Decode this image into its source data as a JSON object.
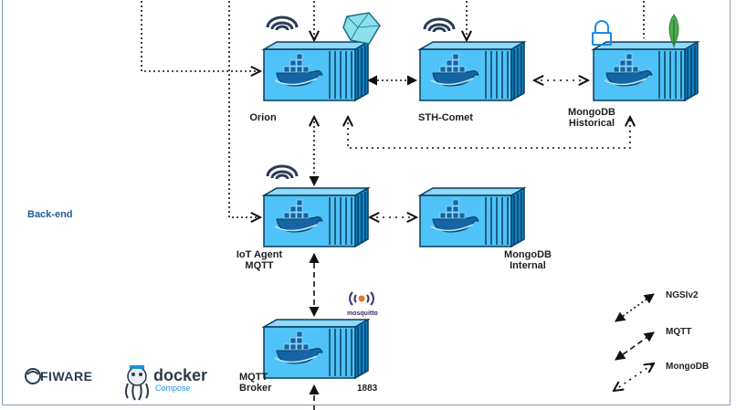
{
  "section": {
    "label": "Back-end"
  },
  "nodes": {
    "orion": {
      "label": "Orion"
    },
    "sth_comet": {
      "label": "STH-Comet"
    },
    "mongodb_historical": {
      "line1": "MongoDB",
      "line2": "Historical"
    },
    "iot_agent": {
      "line1": "IoT Agent",
      "line2": "MQTT"
    },
    "mongodb_internal": {
      "line1": "MongoDB",
      "line2": "Internal"
    },
    "mqtt_broker": {
      "line1": "MQTT",
      "line2": "Broker"
    }
  },
  "port": {
    "label": "1883"
  },
  "legend": {
    "ngsi": "NGSIv2",
    "mqtt": "MQTT",
    "mongodb": "MongoDB"
  },
  "logos": {
    "fiware": "FIWARE",
    "docker": "docker",
    "compose": "Compose",
    "mosquitto": "mosquitto"
  },
  "colors": {
    "container_face": "#4fc3f7",
    "container_dark": "#0b6fa8",
    "container_line": "#0a3d5c",
    "whale": "#1565a6",
    "fiware_blue": "#1f5d96",
    "mongo_green": "#4caf50",
    "lock_blue": "#1e88e5"
  }
}
